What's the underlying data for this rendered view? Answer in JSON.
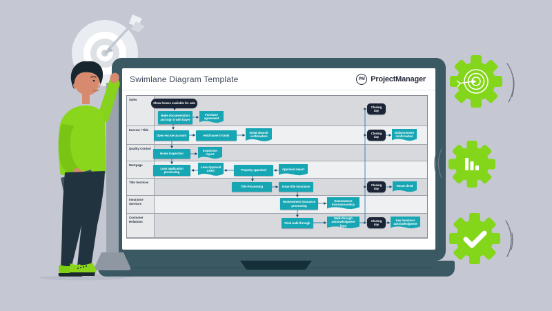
{
  "illustration": {
    "background_color": "#c5c8d2",
    "accent_green": "#84d61b",
    "laptop_color": "#3a5962",
    "shape_teal": "#17a6b4",
    "milestone_navy": "#1b2434",
    "connector_blue": "#2e7bb6"
  },
  "laptop_screen": {
    "header": {
      "title": "Swimlane Diagram Template",
      "brand": {
        "monogram": "PM",
        "name": "ProjectManager"
      }
    },
    "diagram": {
      "lanes": [
        {
          "label": "Sales"
        },
        {
          "label": "Escrow / Title"
        },
        {
          "label": "Quality Control"
        },
        {
          "label": "Mortgage"
        },
        {
          "label": "Title Services"
        },
        {
          "label": "Insurance Services"
        },
        {
          "label": "Customer Relations"
        }
      ],
      "nodes": [
        {
          "id": "show-homes",
          "lane": "Sales",
          "type": "start",
          "label": "Show homes available for sale"
        },
        {
          "id": "make-documentation",
          "lane": "Sales",
          "type": "process",
          "label": "Make documentation and sign it with buyer"
        },
        {
          "id": "purchase-agreement",
          "lane": "Sales",
          "type": "document",
          "label": "Purchase agreement"
        },
        {
          "id": "closing-day-sales",
          "lane": "Sales",
          "type": "milestone",
          "label": "Closing day"
        },
        {
          "id": "open-escrow",
          "lane": "Escrow / Title",
          "type": "process",
          "label": "Open escrow account"
        },
        {
          "id": "hold-funds",
          "lane": "Escrow / Title",
          "type": "process",
          "label": "Hold buyer's funds"
        },
        {
          "id": "initial-deposit",
          "lane": "Escrow / Title",
          "type": "document",
          "label": "Initial deposit confirmation"
        },
        {
          "id": "closing-day-escrow",
          "lane": "Escrow / Title",
          "type": "milestone",
          "label": "Closing day"
        },
        {
          "id": "disbursement-confirmation",
          "lane": "Escrow / Title",
          "type": "document",
          "label": "Disbursement confirmation"
        },
        {
          "id": "home-inspection",
          "lane": "Quality Control",
          "type": "process",
          "label": "Home inspection"
        },
        {
          "id": "inspection-report",
          "lane": "Quality Control",
          "type": "document",
          "label": "Inspection report"
        },
        {
          "id": "loan-application",
          "lane": "Mortgage",
          "type": "process",
          "label": "Loan application processing"
        },
        {
          "id": "loan-approval-letter",
          "lane": "Mortgage",
          "type": "document",
          "label": "Loan Approval Letter"
        },
        {
          "id": "property-appraisal",
          "lane": "Mortgage",
          "type": "process",
          "label": "Property appraisal"
        },
        {
          "id": "appraisal-report",
          "lane": "Mortgage",
          "type": "document",
          "label": "Appraisal report"
        },
        {
          "id": "title-processing",
          "lane": "Title Services",
          "type": "process",
          "label": "Title Processing"
        },
        {
          "id": "issue-title-insurance",
          "lane": "Title Services",
          "type": "process",
          "label": "Issue title insurance"
        },
        {
          "id": "closing-day-title",
          "lane": "Title Services",
          "type": "milestone",
          "label": "Closing day"
        },
        {
          "id": "house-deed",
          "lane": "Title Services",
          "type": "document",
          "label": "House deed"
        },
        {
          "id": "homeowners-processing",
          "lane": "Insurance Services",
          "type": "process",
          "label": "Homeowners insurance processing"
        },
        {
          "id": "homeowners-policy",
          "lane": "Insurance Services",
          "type": "document",
          "label": "Homeowners insurance policy"
        },
        {
          "id": "final-walkthrough",
          "lane": "Customer Relations",
          "type": "process",
          "label": "Final walk-through"
        },
        {
          "id": "walkthrough-form",
          "lane": "Customer Relations",
          "type": "document",
          "label": "Walk-through acknowledgment form"
        },
        {
          "id": "closing-day-customer",
          "lane": "Customer Relations",
          "type": "milestone",
          "label": "Closing day"
        },
        {
          "id": "key-handover",
          "lane": "Customer Relations",
          "type": "document",
          "label": "Key handover acknowledgment"
        }
      ]
    }
  },
  "decor": {
    "target_illustration": "target-with-arrow",
    "gears": [
      {
        "icon": "target-icon"
      },
      {
        "icon": "bar-chart-icon"
      },
      {
        "icon": "checkmark-icon"
      }
    ]
  }
}
